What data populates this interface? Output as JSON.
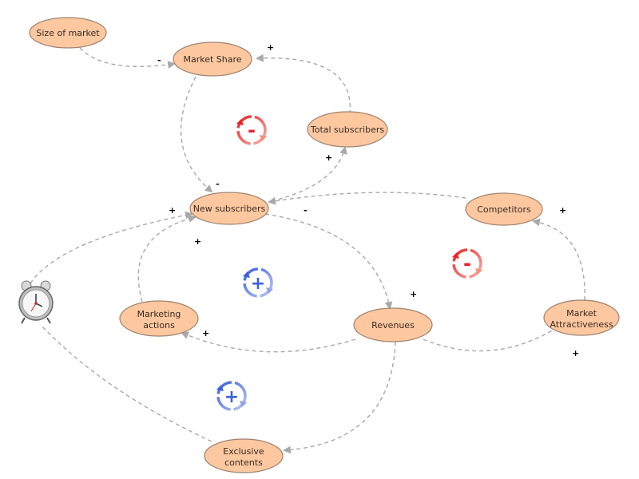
{
  "nodes": {
    "size_of_market": "Size of market",
    "market_share": "Market Share",
    "total_subscribers": "Total subscribers",
    "new_subscribers": "New subscribers",
    "competitors": "Competitors",
    "marketing_actions": [
      "Marketing",
      "actions"
    ],
    "revenues": "Revenues",
    "market_attractiveness": [
      "Market",
      "Attractiveness"
    ],
    "exclusive_contents": [
      "Exclusive",
      "contents"
    ]
  },
  "signs": {
    "size_to_share": "-",
    "total_to_share": "+",
    "share_to_new": "-",
    "new_to_total": "+",
    "competitors_to_new": "-",
    "revenues_from_new": "+",
    "revenues_to_marketing": "+",
    "marketing_to_new": "+",
    "clock_to_new": "+",
    "attractiveness_to_competitors": "+",
    "revenues_to_attractiveness": "+"
  },
  "loops": {
    "balancing_top": "-",
    "reinforcing_center": "+",
    "balancing_right": "-",
    "reinforcing_bottom": "+"
  },
  "colors": {
    "node_fill": "#fdc8a0",
    "node_stroke": "#a0826d",
    "edge": "#a8a8a8",
    "balancing": "#e8232a",
    "reinforcing": "#4a6fe0"
  },
  "icons": {
    "clock": "alarm-clock-icon"
  }
}
